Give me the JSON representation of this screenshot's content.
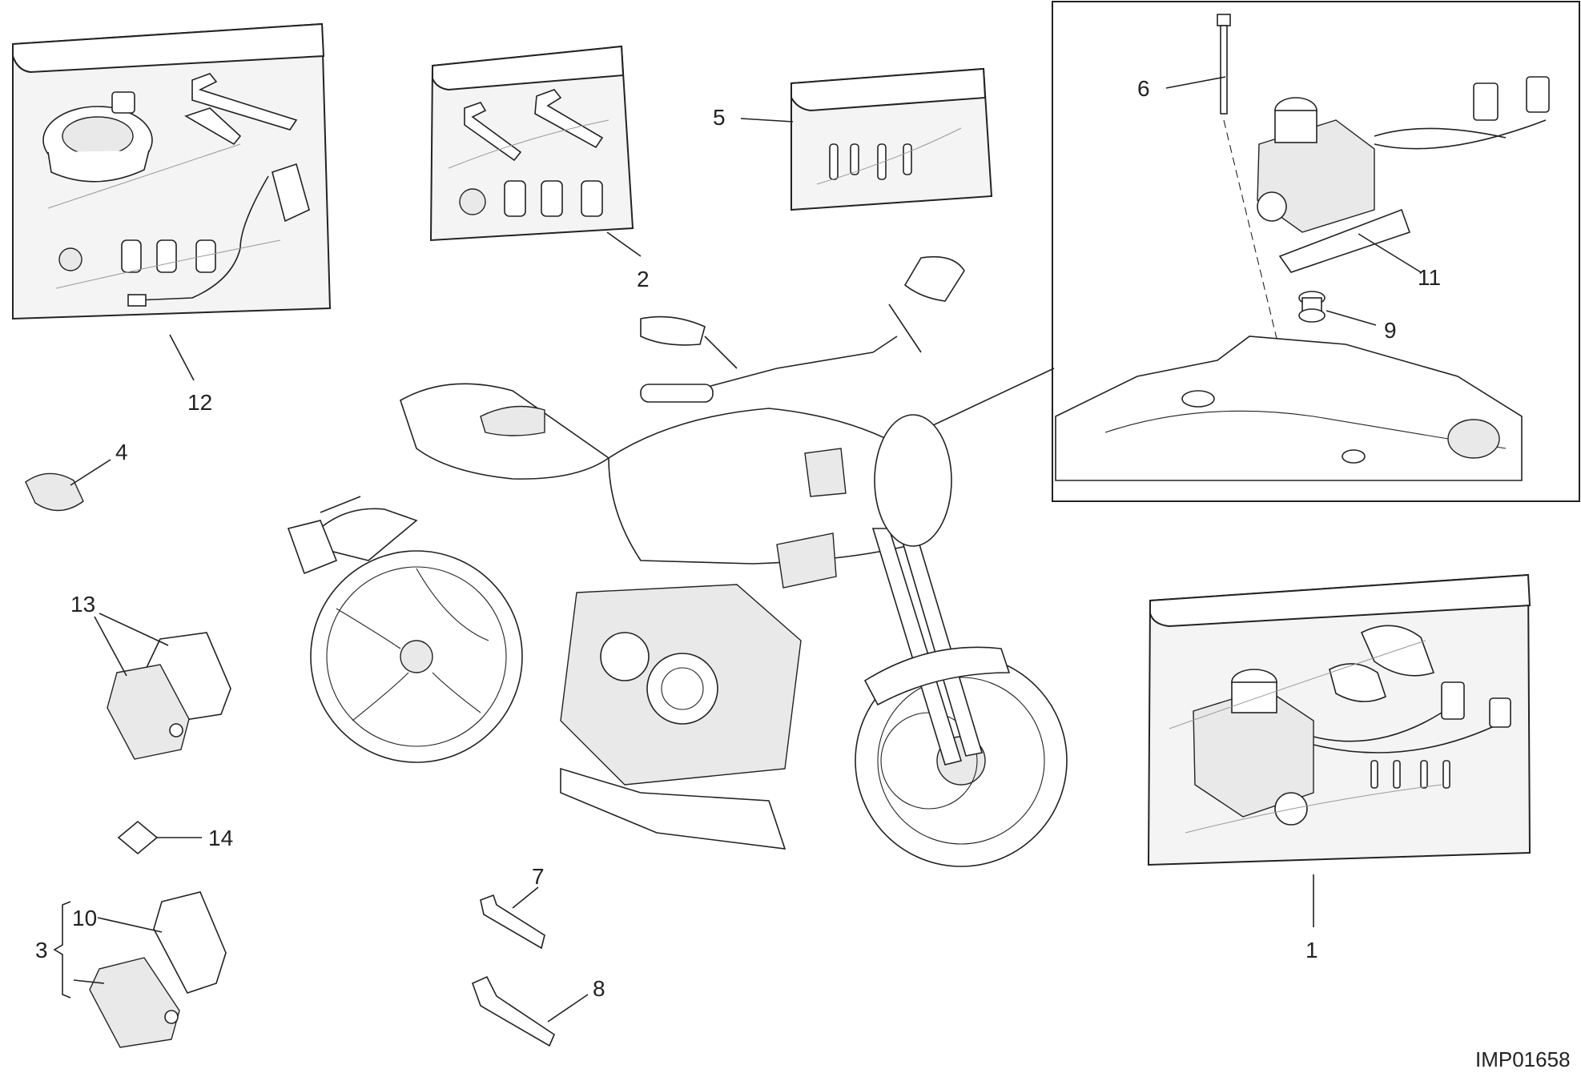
{
  "diagram": {
    "image_code": "IMP01658",
    "callouts": [
      "1",
      "2",
      "3",
      "4",
      "5",
      "6",
      "7",
      "8",
      "9",
      "10",
      "11",
      "12",
      "13",
      "14"
    ]
  },
  "icons": {
    "fuel_cap": "fuel-tank-cap-icon",
    "key": "key-icon",
    "lock": "lock-cylinder-icon",
    "ignition": "ignition-switch-icon",
    "motorcycle": "motorcycle-icon"
  }
}
